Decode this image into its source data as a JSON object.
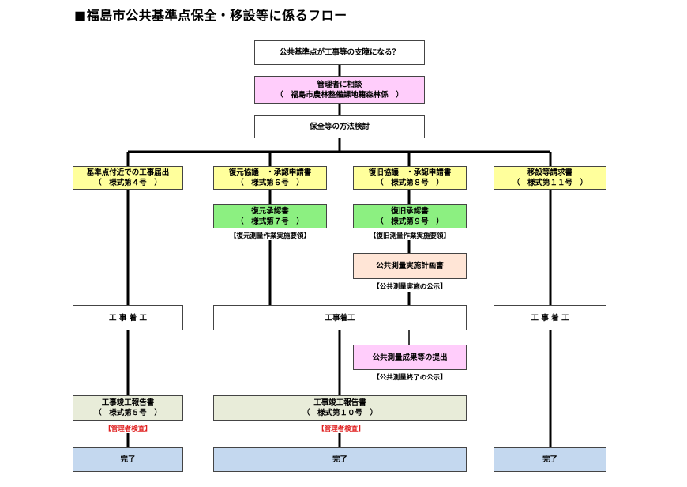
{
  "title": "■福島市公共基準点保全・移設等に係るフロー",
  "boxes": {
    "q": "公共基準点が工事等の支障になる？",
    "consult_1": "管理者に相談",
    "consult_2": "（　福島市農林整備課地籍森林係　）",
    "method": "保全等の方法検討",
    "c1_notice_1": "基準点付近での工事届出",
    "c1_notice_2": "（　様式第４号　）",
    "c2_apply_1": "復元協議　・承認申請書",
    "c2_apply_2": "（　様式第６号　）",
    "c2_approve_1": "復元承認書",
    "c2_approve_2": "（　様式第７号　）",
    "c2_note": "【復元測量作業実施要領】",
    "c3_apply_1": "復旧協議　・承認申請書",
    "c3_apply_2": "（　様式第８号　）",
    "c3_approve_1": "復旧承認書",
    "c3_approve_2": "（　様式第９号　）",
    "c3_note": "【復旧測量作業実施要領】",
    "c3_plan": "公共測量実施計画書",
    "c3_plan_note": "【公共測量実施の公示】",
    "c4_request_1": "移設等請求書",
    "c4_request_2": "（　様式第１１号　）",
    "c1_start": "工 事 着 工",
    "c23_start": "工事着工",
    "c4_start": "工 事 着 工",
    "c3_result": "公共測量成果等の提出",
    "c3_result_note": "【公共測量終了の公示】",
    "c1_report_1": "工事竣工報告書",
    "c1_report_2": "（　様式第５号　）",
    "c1_inspect": "【管理者検査】",
    "c23_report_1": "工事竣工報告書",
    "c23_report_2": "（　様式第１０号　）",
    "c23_inspect": "【管理者検査】",
    "c1_done": "完了",
    "c23_done": "完了",
    "c4_done": "完了"
  },
  "colors": {
    "pink": "#ffcdfb",
    "yellow": "#ffff9c",
    "green": "#8cf081",
    "peach": "#ffe5d6",
    "beige": "#e8ecd9",
    "blue": "#c4d8ef",
    "inspect_red": "#e02020"
  }
}
